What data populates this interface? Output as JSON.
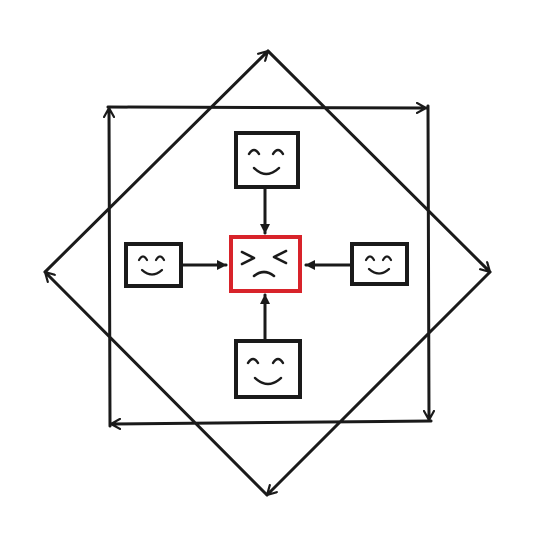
{
  "diagram": {
    "description_kind": "hand-drawn diagram, no text",
    "colors": {
      "ink": "#1a1a1a",
      "center_box_border": "#d8232a",
      "background": "#ffffff"
    },
    "outer_square": {
      "flow": "clockwise",
      "arrowheads": 4
    },
    "outer_diamond": {
      "flow": "clockwise",
      "arrowheads": 4
    },
    "center_face": {
      "expression": "distressed",
      "icon": "distressed-face-icon"
    },
    "satellite_faces": [
      {
        "position": "top",
        "expression": "happy",
        "icon": "happy-face-icon"
      },
      {
        "position": "left",
        "expression": "happy",
        "icon": "happy-face-icon"
      },
      {
        "position": "right",
        "expression": "happy",
        "icon": "happy-face-icon"
      },
      {
        "position": "bottom",
        "expression": "happy",
        "icon": "happy-face-icon"
      }
    ],
    "connections": [
      {
        "from": "top",
        "to": "center"
      },
      {
        "from": "left",
        "to": "center"
      },
      {
        "from": "right",
        "to": "center"
      },
      {
        "from": "bottom",
        "to": "center"
      }
    ]
  }
}
